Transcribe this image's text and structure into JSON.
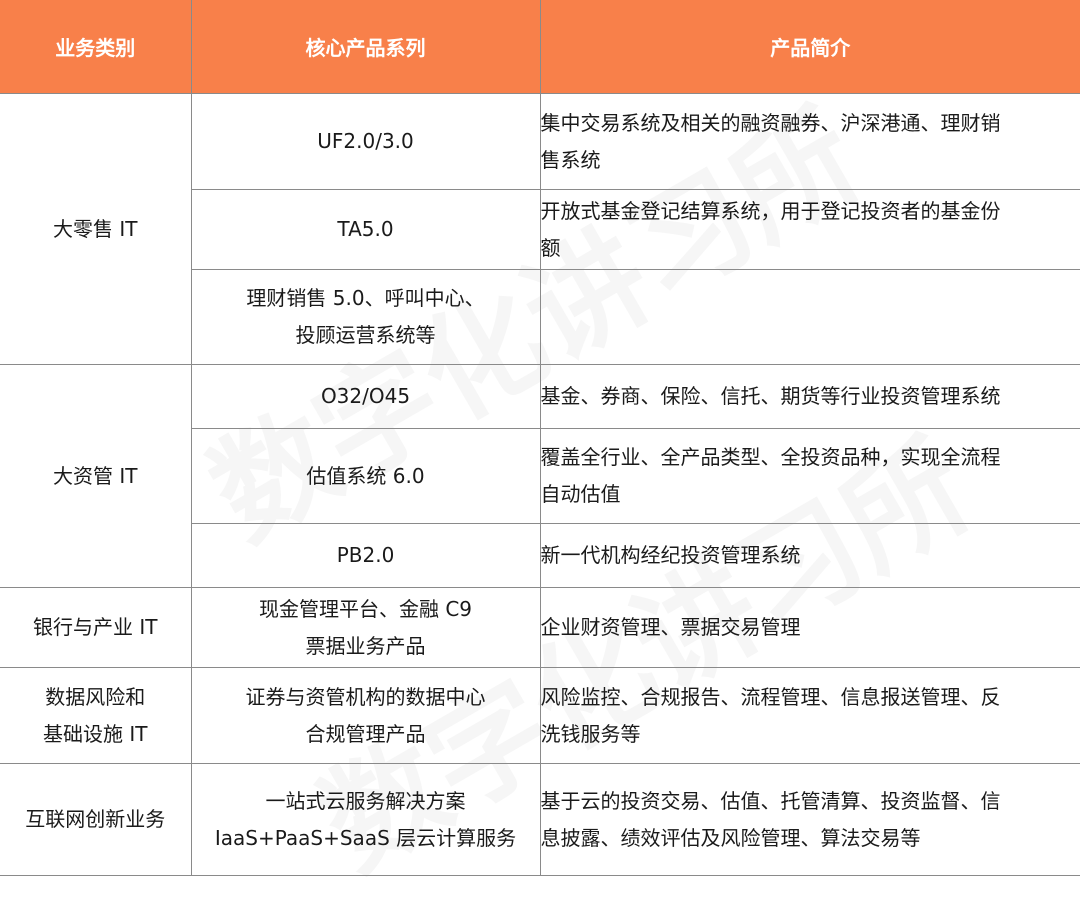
{
  "headers": [
    "业务类别",
    "核心产品系列",
    "产品简介"
  ],
  "categories": [
    {
      "lines": [
        "大零售 IT"
      ]
    },
    {
      "lines": [
        "大资管 IT"
      ]
    },
    {
      "lines": [
        "银行与产业 IT"
      ]
    },
    {
      "lines": [
        "数据风险和",
        "基础设施  IT"
      ]
    },
    {
      "lines": [
        "互联网创新业务"
      ]
    }
  ],
  "rows": [
    {
      "product": [
        "UF2.0/3.0"
      ],
      "desc": [
        "集中交易系统及相关的融资融券、沪深港通、理财销",
        "售系统"
      ]
    },
    {
      "product": [
        "TA5.0"
      ],
      "desc": [
        "开放式基金登记结算系统，用于登记投资者的基金份",
        "额"
      ]
    },
    {
      "product": [
        "理财销售 5.0、呼叫中心、",
        "投顾运营系统等"
      ],
      "desc": [
        ""
      ]
    },
    {
      "product": [
        "O32/O45"
      ],
      "desc": [
        "基金、券商、保险、信托、期货等行业投资管理系统"
      ]
    },
    {
      "product": [
        "估值系统 6.0"
      ],
      "desc": [
        "覆盖全行业、全产品类型、全投资品种，实现全流程",
        "自动估值"
      ]
    },
    {
      "product": [
        "PB2.0"
      ],
      "desc": [
        "新一代机构经纪投资管理系统"
      ]
    },
    {
      "product": [
        "现金管理平台、金融 C9",
        "票据业务产品"
      ],
      "desc": [
        "企业财资管理、票据交易管理"
      ]
    },
    {
      "product": [
        "证券与资管机构的数据中心",
        "合规管理产品"
      ],
      "desc": [
        "风险监控、合规报告、流程管理、信息报送管理、反",
        "洗钱服务等"
      ]
    },
    {
      "product": [
        "一站式云服务解决方案",
        "IaaS+PaaS+SaaS  层云计算服务"
      ],
      "desc": [
        "基于云的投资交易、估值、托管清算、投资监督、信",
        "息披露、绩效评估及风险管理、算法交易等"
      ]
    }
  ],
  "watermark": "数字化讲习所",
  "colors": {
    "header_bg": "#f8804a",
    "header_text": "#ffffff",
    "border": "#8a8a8a"
  }
}
